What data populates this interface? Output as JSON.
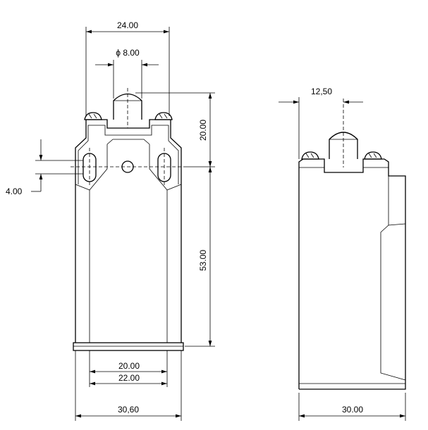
{
  "dimensions": {
    "top_width": "24.00",
    "plunger_diameter": "ϕ 8.00",
    "plunger_height": "20.00",
    "hole_offset": "4.00",
    "body_height": "53.00",
    "inner_width_1": "20.00",
    "inner_width_2": "22.00",
    "base_width": "30,60",
    "side_offset": "12,50",
    "side_depth": "30.00"
  }
}
